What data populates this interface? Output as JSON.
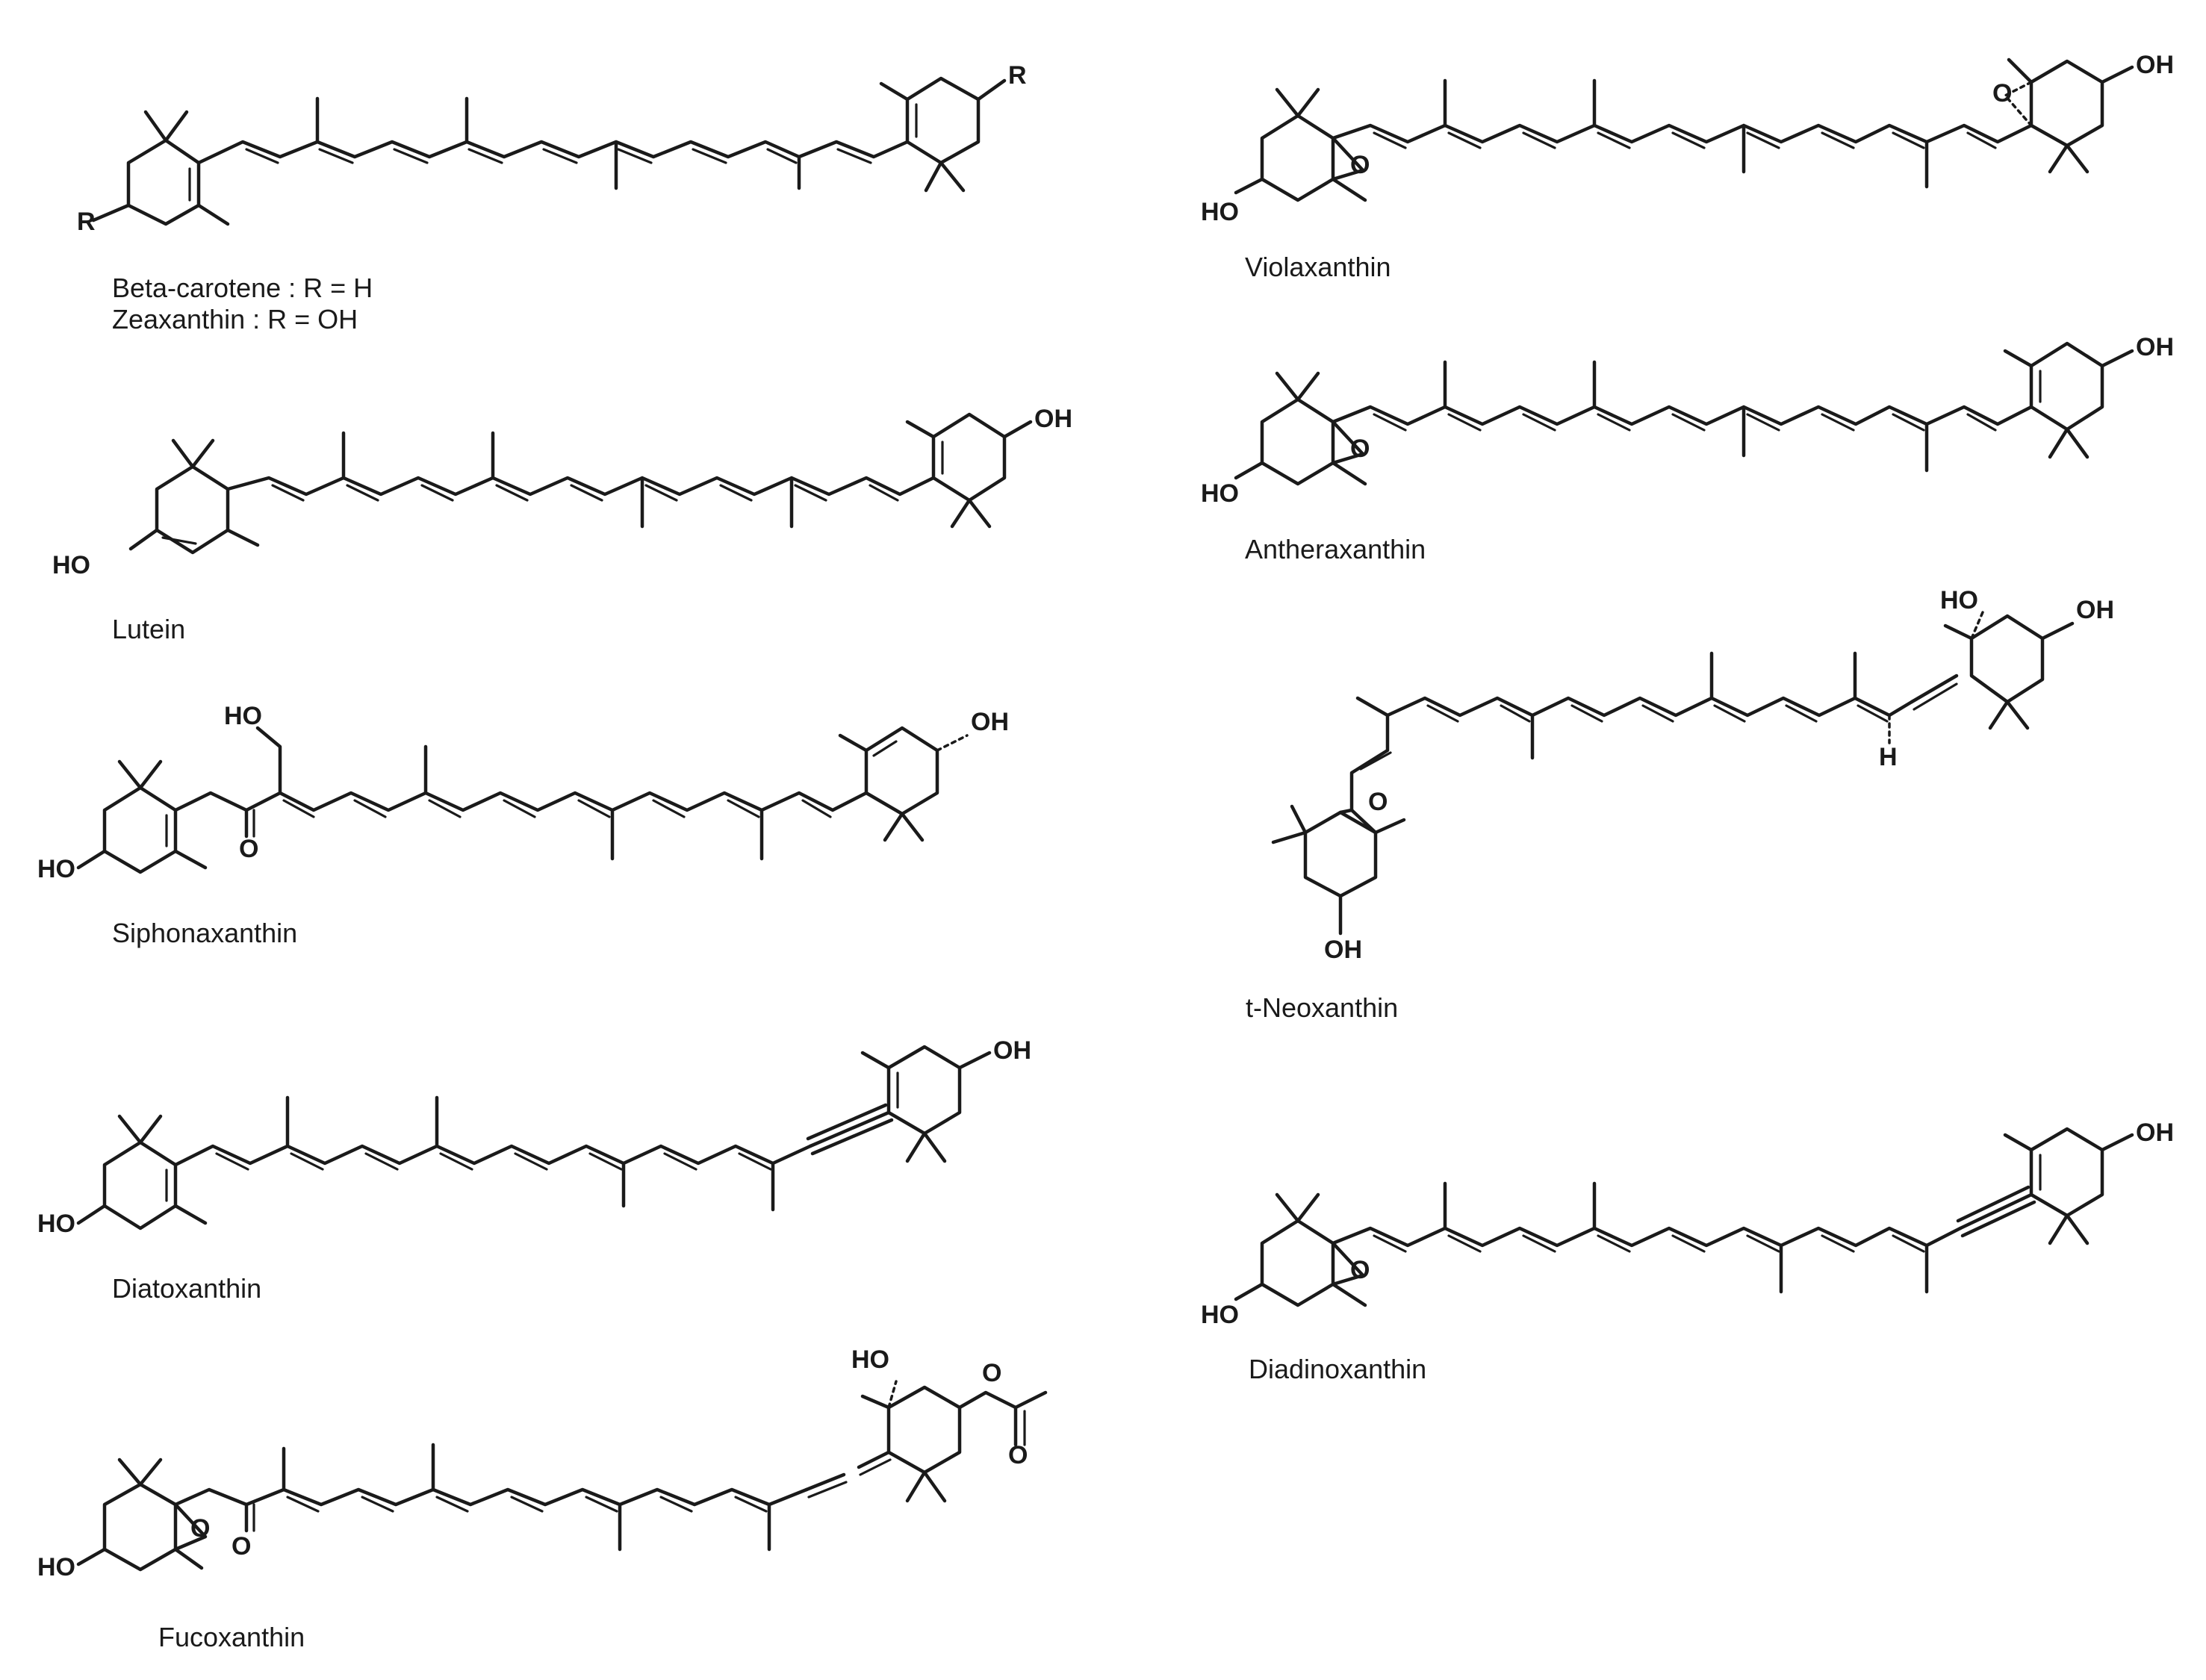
{
  "compounds": [
    {
      "id": "beta-zea",
      "captions": [
        "Beta-carotene : R = H",
        "Zeaxanthin : R = OH"
      ],
      "atoms": {
        "left": "R",
        "right": "R"
      }
    },
    {
      "id": "violaxanthin",
      "captions": [
        "Violaxanthin"
      ],
      "atoms": {
        "left": "HO",
        "left_epoxide": "O",
        "right": "OH",
        "right_epoxide": "O"
      }
    },
    {
      "id": "lutein",
      "captions": [
        "Lutein"
      ],
      "atoms": {
        "left": "HO",
        "right": "OH"
      }
    },
    {
      "id": "antheraxanthin",
      "captions": [
        "Antheraxanthin"
      ],
      "atoms": {
        "left": "HO",
        "left_epoxide": "O",
        "right": "OH"
      }
    },
    {
      "id": "siphonaxanthin",
      "captions": [
        "Siphonaxanthin"
      ],
      "atoms": {
        "left": "HO",
        "hydroxymethyl": "HO",
        "carbonyl": "O",
        "right": "OH"
      }
    },
    {
      "id": "neoxanthin",
      "captions": [
        "t-Neoxanthin"
      ],
      "atoms": {
        "ring_ho": "HO",
        "right": "OH",
        "allene_h": "H",
        "epoxide": "O",
        "bottom": "OH"
      }
    },
    {
      "id": "diatoxanthin",
      "captions": [
        "Diatoxanthin"
      ],
      "atoms": {
        "left": "HO",
        "right": "OH"
      }
    },
    {
      "id": "diadinoxanthin",
      "captions": [
        "Diadinoxanthin"
      ],
      "atoms": {
        "left": "HO",
        "left_epoxide": "O",
        "right": "OH"
      }
    },
    {
      "id": "fucoxanthin",
      "captions": [
        "Fucoxanthin"
      ],
      "atoms": {
        "left": "HO",
        "epoxide": "O",
        "carbonyl": "O",
        "ring_ho": "HO",
        "ester_o": "O",
        "acetyl_o": "O"
      }
    }
  ]
}
